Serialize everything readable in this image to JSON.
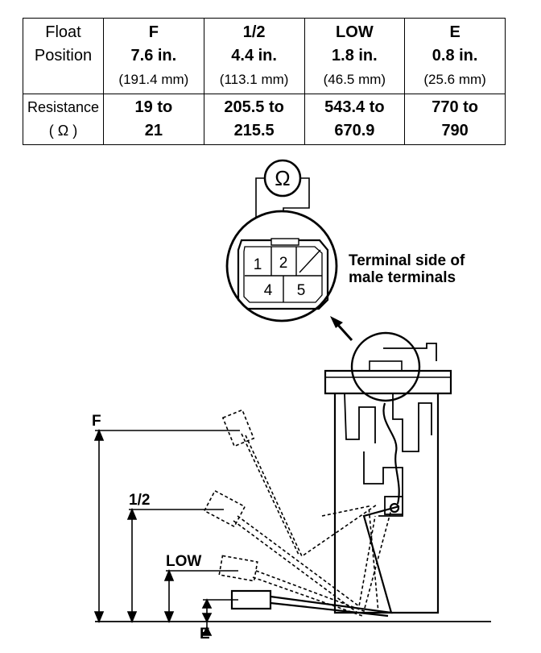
{
  "table": {
    "row_header": {
      "line1": "Float",
      "line2": "Position"
    },
    "res_header": {
      "line1": "Resistance",
      "line2": "( Ω )"
    },
    "columns": [
      {
        "position": "F",
        "inches": "7.6 in.",
        "mm": "(191.4 mm)",
        "res1": "19 to",
        "res2": "21"
      },
      {
        "position": "1/2",
        "inches": "4.4 in.",
        "mm": "(113.1 mm)",
        "res1": "205.5 to",
        "res2": "215.5"
      },
      {
        "position": "LOW",
        "inches": "1.8 in.",
        "mm": "(46.5 mm)",
        "res1": "543.4 to",
        "res2": "670.9"
      },
      {
        "position": "E",
        "inches": "0.8 in.",
        "mm": "(25.6 mm)",
        "res1": "770 to",
        "res2": "790"
      }
    ]
  },
  "diagram": {
    "ohm_symbol": "Ω",
    "terminal_caption_line1": "Terminal side of",
    "terminal_caption_line2": "male terminals",
    "terminals": [
      "1",
      "2",
      "4",
      "5"
    ],
    "levels": [
      "F",
      "1/2",
      "LOW",
      "E"
    ]
  }
}
